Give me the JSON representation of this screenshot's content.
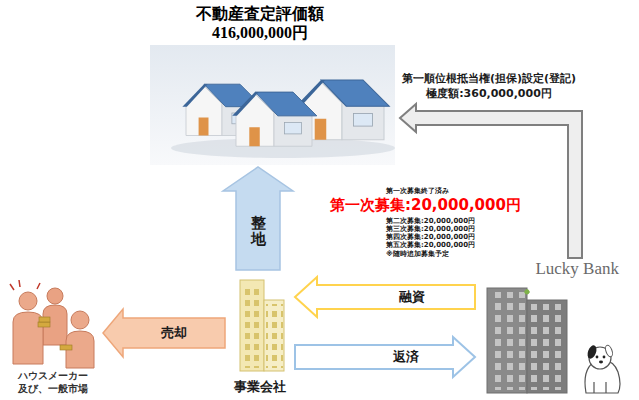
{
  "diagram": {
    "nodes": [
      {
        "text": [
          "不動産査定評価額",
          "416,000,000円"
        ]
      },
      {
        "text": [
          "ハウスメーカー 及び、一般市場"
        ]
      },
      {
        "text": [
          "事業会社"
        ]
      },
      {
        "text": [
          "Lucky Bank"
        ]
      }
    ],
    "edges": [
      {
        "from": 2,
        "to": 0,
        "arrow": "to",
        "label": "整地"
      },
      {
        "from": 3,
        "to": 0,
        "arrow": "to",
        "label": "第一順位根抵当権(担保)設定(登記) 極度額:360,000,000円"
      },
      {
        "from": 2,
        "to": 1,
        "arrow": "to",
        "label": "売却"
      },
      {
        "from": 3,
        "to": 2,
        "arrow": "to",
        "label": "融資"
      },
      {
        "from": 2,
        "to": 3,
        "arrow": "to",
        "label": "返済"
      }
    ],
    "labels": [
      "第一次募集終了済み",
      "第一次募集:20,000,000円",
      "第二次募集:20,000,000円",
      "第三次募集:20,000,000円",
      "第四次募集:20,000,000円",
      "第五次募集:20,000,000円",
      "※随時追加募集予定"
    ]
  }
}
